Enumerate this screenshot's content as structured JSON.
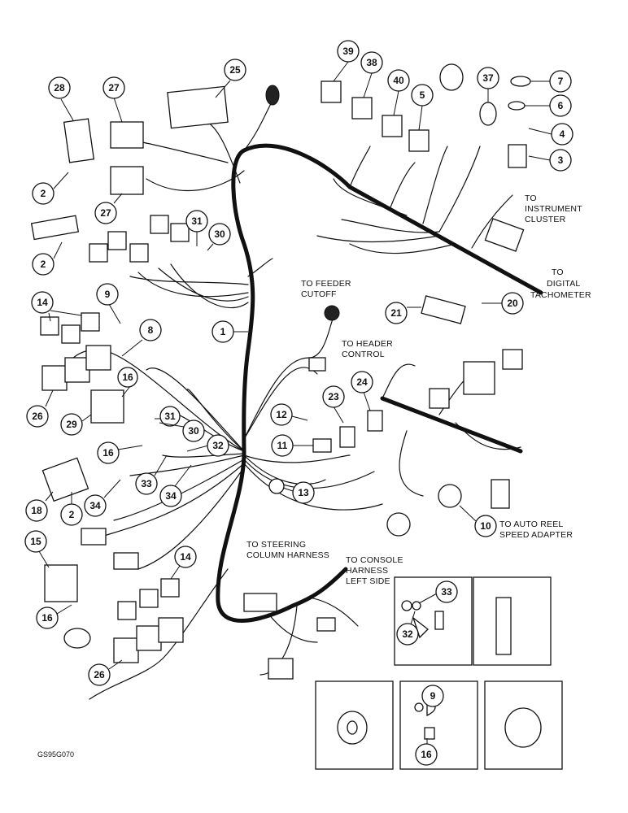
{
  "figure_id": "GS95G070",
  "callouts": [
    "28",
    "27",
    "25",
    "39",
    "38",
    "40",
    "5",
    "37",
    "7",
    "6",
    "4",
    "3",
    "2",
    "27",
    "2",
    "31",
    "30",
    "14",
    "9",
    "8",
    "26",
    "16",
    "29",
    "31",
    "30",
    "16",
    "32",
    "33",
    "34",
    "18",
    "2",
    "34",
    "15",
    "14",
    "16",
    "26",
    "1",
    "12",
    "23",
    "24",
    "11",
    "13",
    "21",
    "20",
    "10",
    "33",
    "32",
    "9",
    "16"
  ],
  "references": {
    "instrument_cluster": [
      "TO",
      "INSTRUMENT",
      "CLUSTER"
    ],
    "digital_tachometer": [
      "TO",
      "DIGITAL",
      "TACHOMETER"
    ],
    "feeder_cutoff": [
      "TO FEEDER",
      "CUTOFF"
    ],
    "header_control": [
      "TO HEADER",
      "CONTROL"
    ],
    "auto_reel": [
      "TO AUTO REEL",
      "SPEED ADAPTER"
    ],
    "steering_column": [
      "TO STEERING",
      "COLUMN HARNESS"
    ],
    "console_harness": [
      "TO CONSOLE",
      "HARNESS",
      "LEFT SIDE"
    ]
  },
  "detail_callouts": [
    "33",
    "32",
    "9",
    "16"
  ]
}
